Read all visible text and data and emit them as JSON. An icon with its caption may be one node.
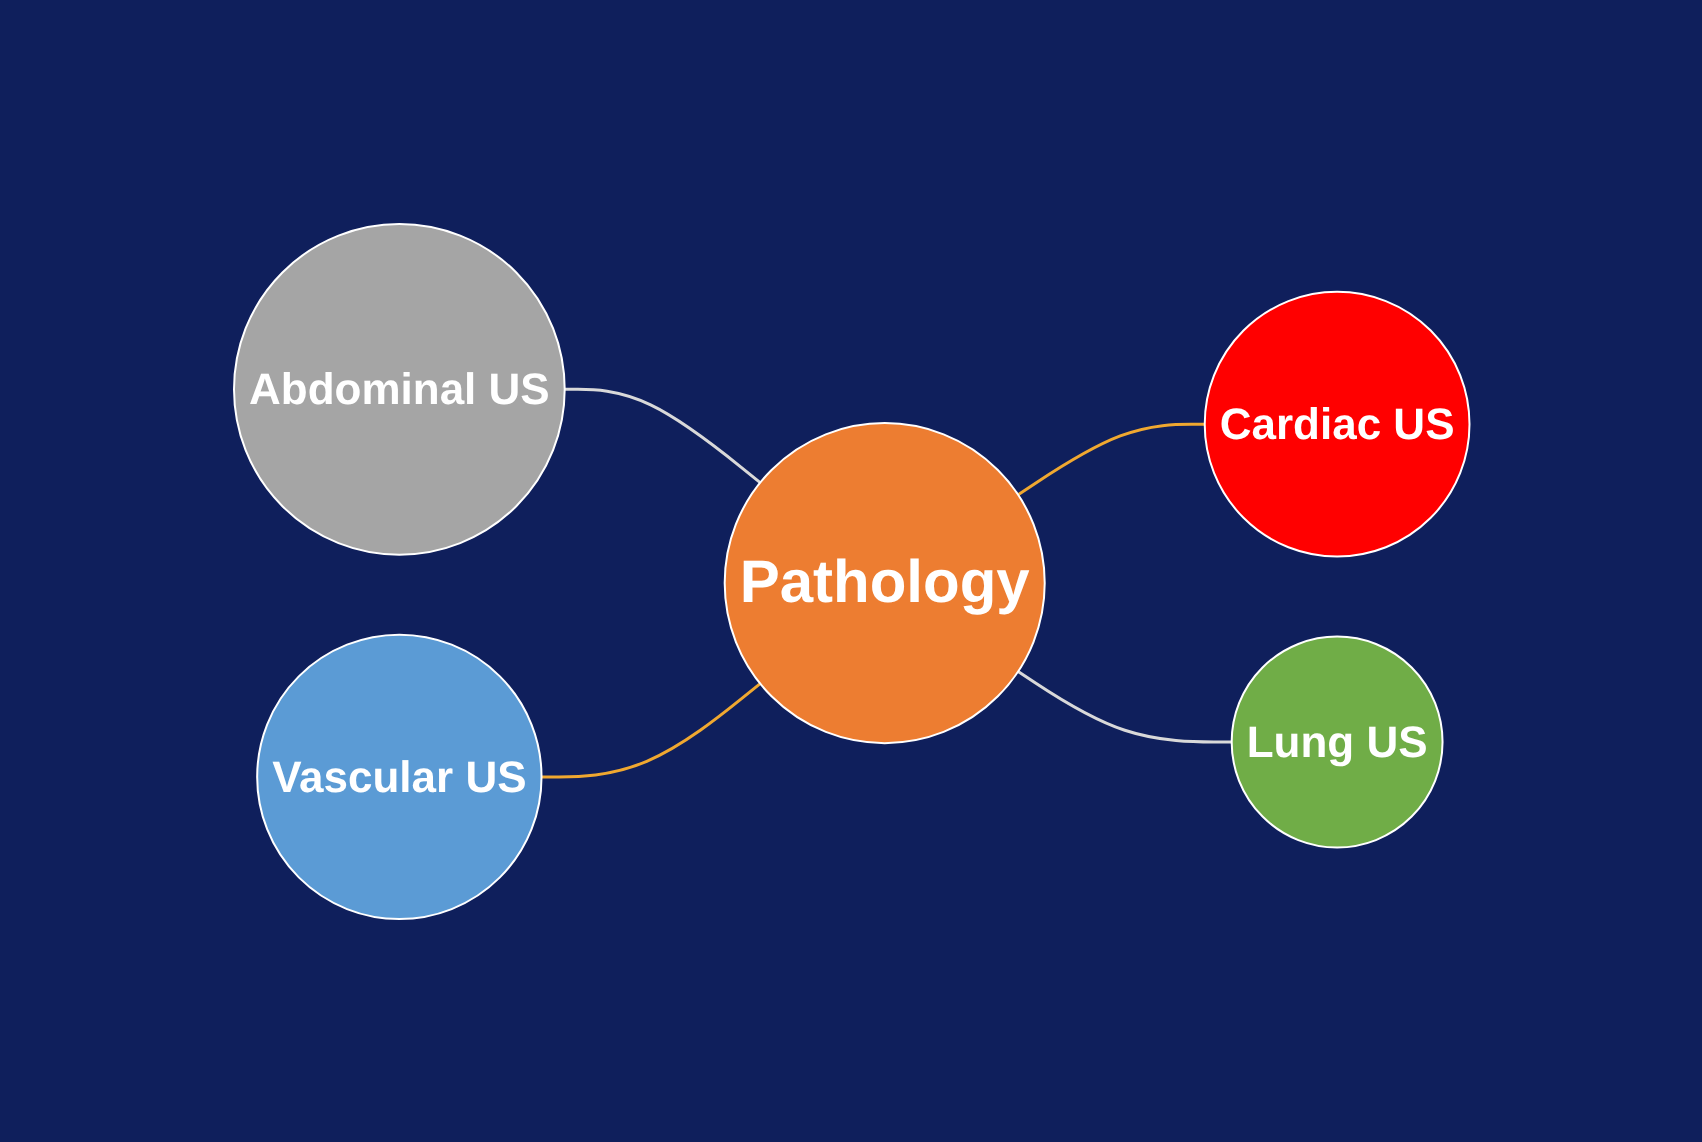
{
  "diagram": {
    "nodes": [
      {
        "text": [
          "Abdominal US"
        ]
      },
      {
        "text": [
          "Vascular US"
        ]
      },
      {
        "text": [
          "Pathology"
        ]
      },
      {
        "text": [
          "Cardiac US"
        ]
      },
      {
        "text": [
          "Lung US"
        ]
      }
    ],
    "edges": [
      {
        "from": 0,
        "to": 2,
        "arrow": "none",
        "color": "#d9d9d9"
      },
      {
        "from": 1,
        "to": 2,
        "arrow": "none",
        "color": "#f0a830"
      },
      {
        "from": 2,
        "to": 3,
        "arrow": "none",
        "color": "#f0a830"
      },
      {
        "from": 2,
        "to": 4,
        "arrow": "none",
        "color": "#d9d9d9"
      }
    ]
  }
}
